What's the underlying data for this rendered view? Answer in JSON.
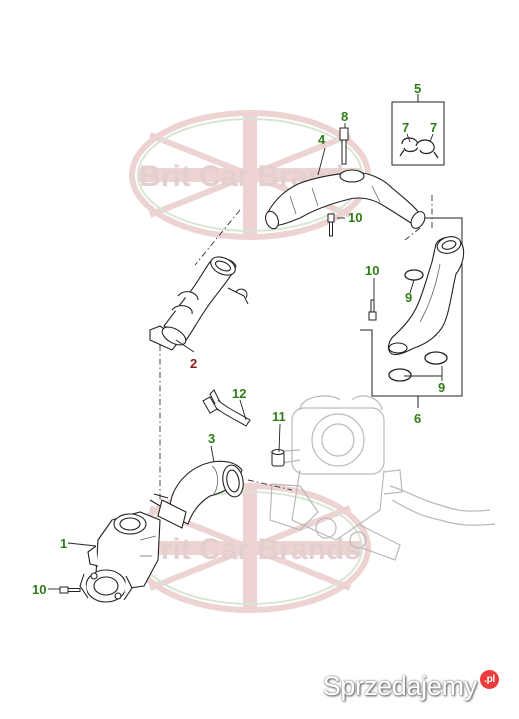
{
  "watermark": {
    "text": "Brit Car Brands"
  },
  "site_mark": {
    "text": "Sprzedajemy",
    "badge": ".pl"
  },
  "colors": {
    "callout_green": "#2e7d18",
    "callout_red": "#8b1a1a",
    "line": "#222222",
    "watermark_red": "#b53a3a",
    "watermark_green": "#4f8c3a"
  },
  "callouts": [
    {
      "id": "1",
      "label": "1"
    },
    {
      "id": "2",
      "label": "2"
    },
    {
      "id": "3",
      "label": "3"
    },
    {
      "id": "4",
      "label": "4"
    },
    {
      "id": "5",
      "label": "5"
    },
    {
      "id": "6",
      "label": "6"
    },
    {
      "id": "7a",
      "label": "7"
    },
    {
      "id": "7b",
      "label": "7"
    },
    {
      "id": "8",
      "label": "8"
    },
    {
      "id": "9a",
      "label": "9"
    },
    {
      "id": "9b",
      "label": "9"
    },
    {
      "id": "10a",
      "label": "10"
    },
    {
      "id": "10b",
      "label": "10"
    },
    {
      "id": "10c",
      "label": "10"
    },
    {
      "id": "11",
      "label": "11"
    },
    {
      "id": "12",
      "label": "12"
    }
  ]
}
